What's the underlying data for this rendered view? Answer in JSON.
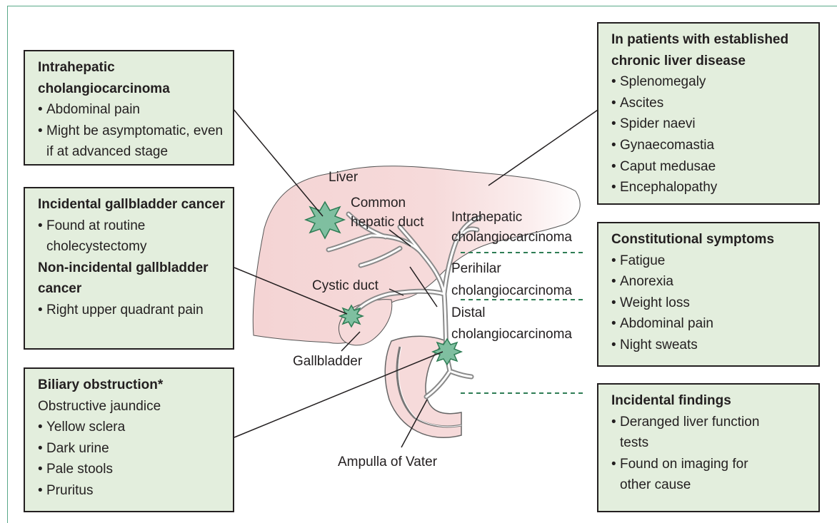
{
  "boxes": {
    "intrahepatic": {
      "title": "Intrahepatic cholangiocarcinoma",
      "items": [
        "Abdominal pain",
        "Might be asymptomatic, even if at advanced stage"
      ]
    },
    "gallbladder": {
      "title": "Incidental gallbladder cancer",
      "items": [
        "Found at routine cholecystectomy"
      ],
      "title2": "Non-incidental gallbladder cancer",
      "items2": [
        "Right upper quadrant pain"
      ]
    },
    "biliary": {
      "title": "Biliary obstruction*",
      "subtitle": "Obstructive jaundice",
      "items": [
        "Yellow sclera",
        "Dark urine",
        "Pale stools",
        "Pruritus"
      ]
    },
    "liver_disease": {
      "title": "In patients with established chronic liver disease",
      "items": [
        "Splenomegaly",
        "Ascites",
        "Spider naevi",
        "Gynaecomastia",
        "Caput medusae",
        "Encephalopathy"
      ]
    },
    "constitutional": {
      "title": "Constitutional symptoms",
      "items": [
        "Fatigue",
        "Anorexia",
        "Weight loss",
        "Abdominal pain",
        "Night sweats"
      ]
    },
    "incidental": {
      "title": "Incidental findings",
      "items": [
        "Deranged liver function tests",
        "Found on imaging for other cause"
      ]
    }
  },
  "labels": {
    "liver": "Liver",
    "common_hepatic_1": "Common",
    "common_hepatic_2": "hepatic duct",
    "intrahepatic_1": "Intrahepatic",
    "intrahepatic_2": "cholangiocarcinoma",
    "perihilar_1": "Perihilar",
    "perihilar_2": "cholangiocarcinoma",
    "distal_1": "Distal",
    "distal_2": "cholangiocarcinoma",
    "cystic_duct": "Cystic duct",
    "gallbladder": "Gallbladder",
    "ampulla": "Ampulla of Vater"
  },
  "colors": {
    "box_fill": "#e3eedd",
    "liver_fill": "#f6dada",
    "tumour_fill": "#7fbfa0",
    "tumour_stroke": "#2e7d55",
    "dashed_line": "#2e7d55"
  }
}
